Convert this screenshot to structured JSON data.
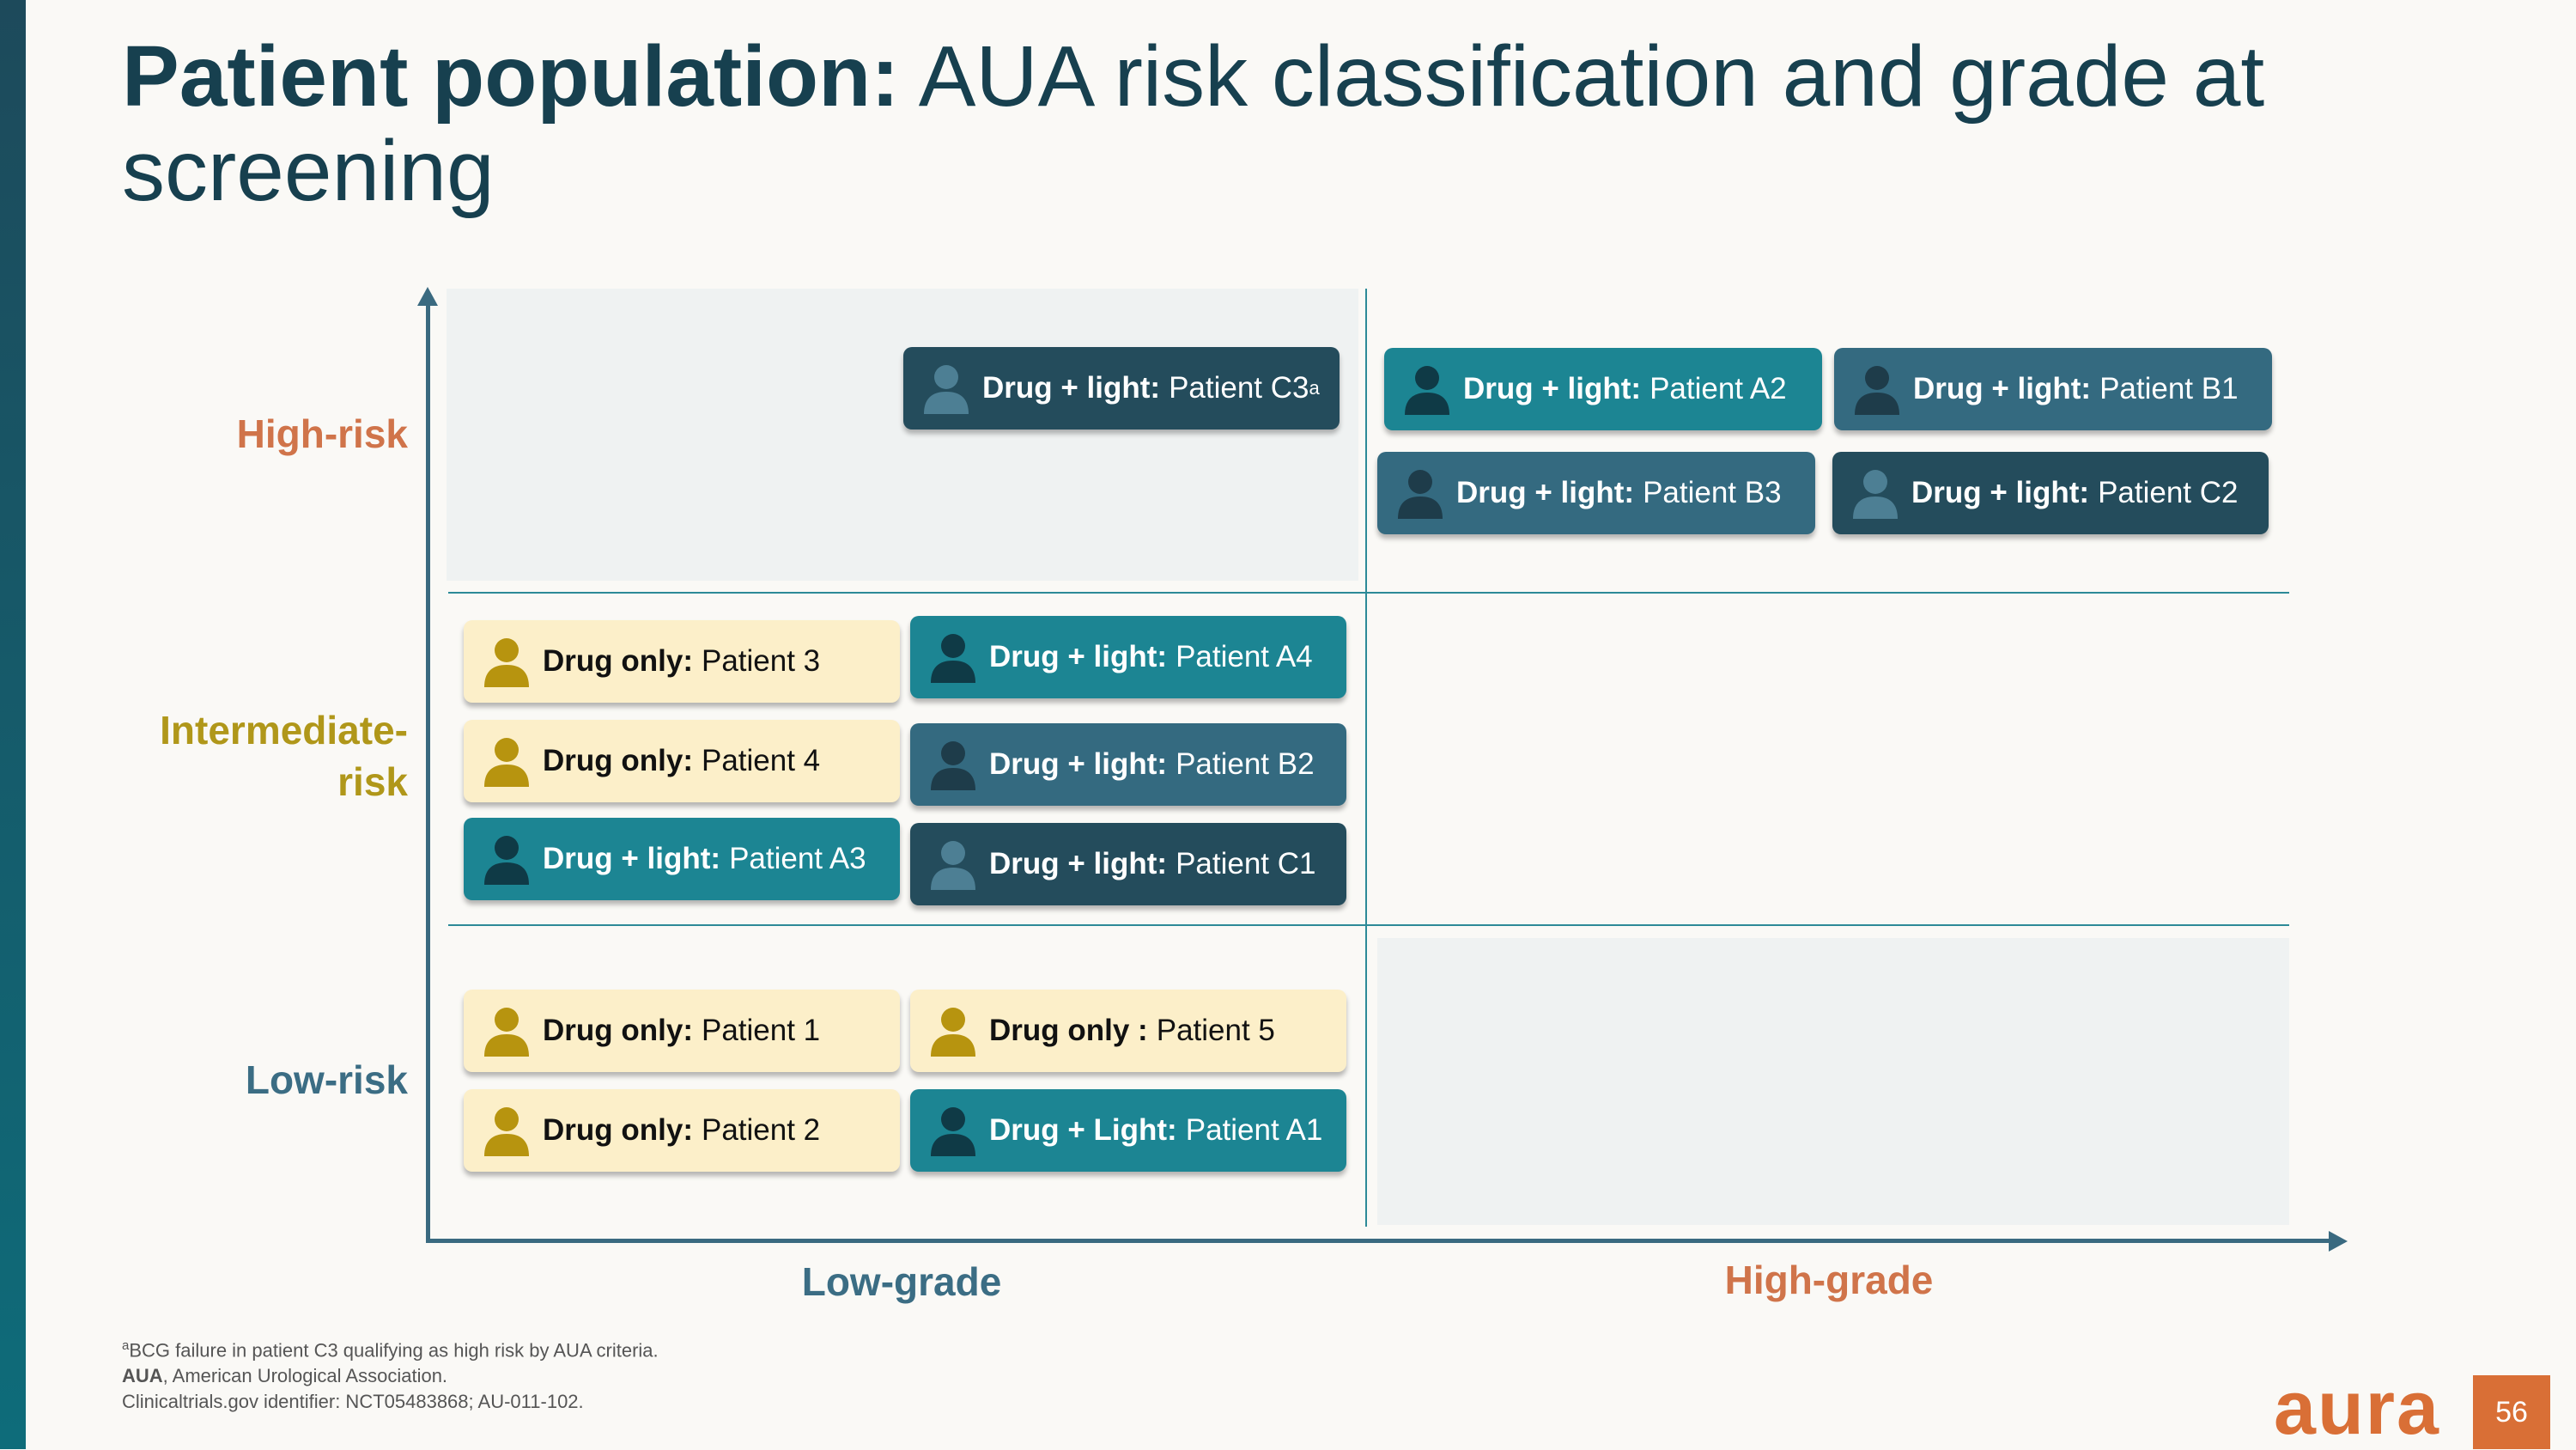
{
  "title": {
    "bold": "Patient population:",
    "rest": " AUA risk classification and grade at screening"
  },
  "colors": {
    "high": "#d0744a",
    "intermediate": "#b0971a",
    "low": "#3b6d84",
    "drug_only_icon": "#b7940f"
  },
  "rows": {
    "high": "High-risk",
    "intermediate": "Intermediate-\nrisk",
    "low": "Low-risk"
  },
  "cols": {
    "low": "Low-grade",
    "high": "High-grade"
  },
  "chips": {
    "c3": {
      "bold": "Drug + light:",
      "text": "Patient C3",
      "sup": "a"
    },
    "a2": {
      "bold": "Drug + light:",
      "text": "Patient A2"
    },
    "b1": {
      "bold": "Drug + light:",
      "text": "Patient B1"
    },
    "b3": {
      "bold": "Drug + light:",
      "text": "Patient B3"
    },
    "c2": {
      "bold": "Drug + light:",
      "text": "Patient C2"
    },
    "p3": {
      "bold": "Drug only:",
      "text": "Patient 3"
    },
    "a4": {
      "bold": "Drug + light:",
      "text": "Patient A4"
    },
    "p4": {
      "bold": "Drug only:",
      "text": "Patient 4"
    },
    "b2": {
      "bold": "Drug + light:",
      "text": "Patient B2"
    },
    "a3": {
      "bold": "Drug + light:",
      "text": "Patient A3"
    },
    "c1": {
      "bold": "Drug + light:",
      "text": "Patient C1"
    },
    "p1": {
      "bold": "Drug only:",
      "text": "Patient 1"
    },
    "p5": {
      "bold": "Drug only :",
      "text": "Patient 5"
    },
    "p2": {
      "bold": "Drug only:",
      "text": "Patient 2"
    },
    "a1": {
      "bold": "Drug + Light:",
      "text": "Patient A1"
    }
  },
  "footnotes": {
    "a": "BCG failure in patient C3 qualifying as high risk by AUA criteria.",
    "a_mark": "a",
    "aua_abbr": "AUA",
    "aua_def": ", American Urological Association.",
    "trial": "Clinicaltrials.gov identifier: NCT05483868; AU-011-102."
  },
  "logo": "aura",
  "page_number": "56"
}
